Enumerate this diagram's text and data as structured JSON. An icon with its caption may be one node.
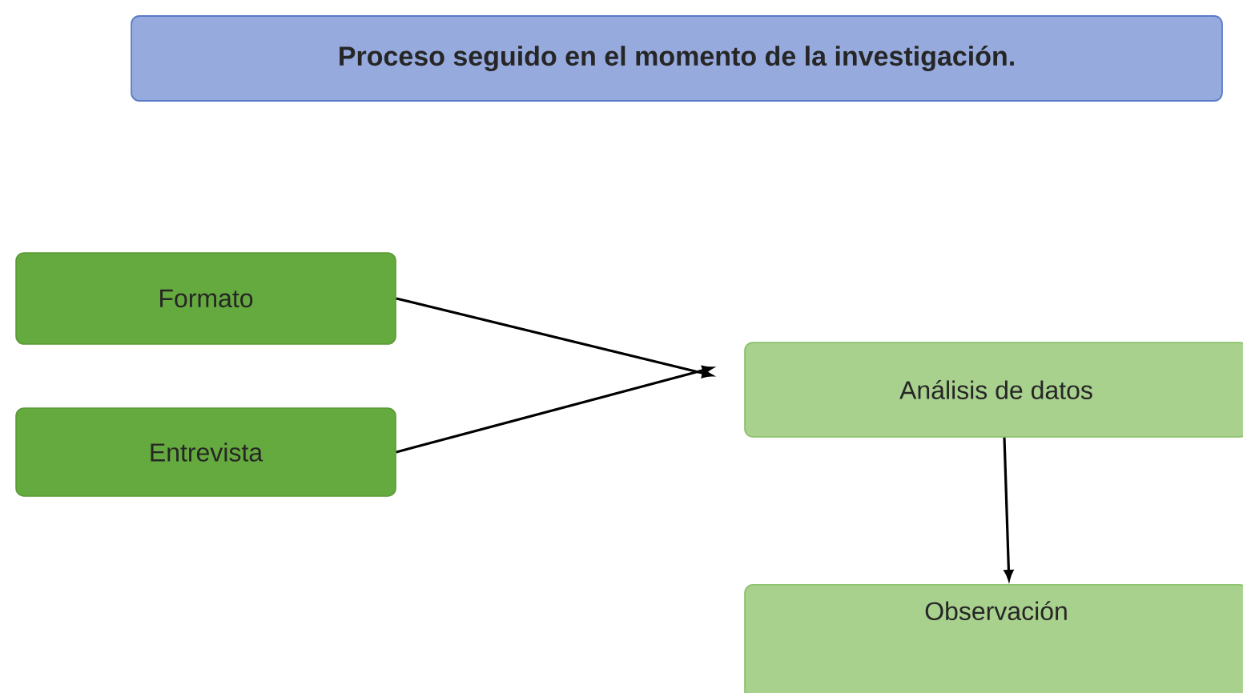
{
  "diagram": {
    "nodes": [
      {
        "text": [
          "Proceso seguido en el momento de la investigación."
        ]
      },
      {
        "text": [
          "Formato"
        ]
      },
      {
        "text": [
          "Entrevista"
        ]
      },
      {
        "text": [
          "Análisis de datos"
        ]
      },
      {
        "text": [
          "Observación"
        ]
      }
    ],
    "edges": [
      {
        "from": 1,
        "to": 3,
        "arrow": "to"
      },
      {
        "from": 2,
        "to": 3,
        "arrow": "to"
      },
      {
        "from": 3,
        "to": 4,
        "arrow": "to"
      }
    ]
  }
}
